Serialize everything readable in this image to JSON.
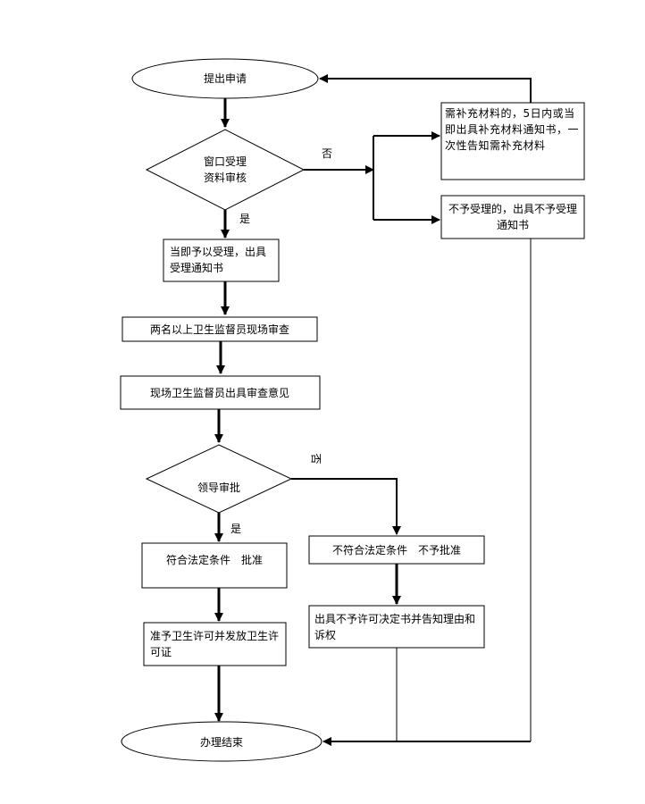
{
  "flowchart": {
    "start": "提出申请",
    "review_line1": "窗口受理",
    "review_line2": "资料审核",
    "no_label_1": "否",
    "yes_label_1": "是",
    "supplement": "需补充材料的，5日内或当即出具补充材料通知书，一次性告知需补充材料",
    "reject_accept": "不予受理的，出具不予受理通知书",
    "accept": "当即予以受理，出具受理通知书",
    "onsite_review": "两名以上卫生监督员现场审查",
    "review_opinion": "现场卫生监督员出具审查意见",
    "leader_approval": "领导审批",
    "no_label_2": "否",
    "yes_label_2": "是",
    "approve": "符合法定条件　批准",
    "deny": "不符合法定条件　不予批准",
    "issue_permit": "准予卫生许可并发放卫生许可证",
    "deny_notice": "出具不予许可决定书并告知理由和诉权",
    "end": "办理结束"
  }
}
